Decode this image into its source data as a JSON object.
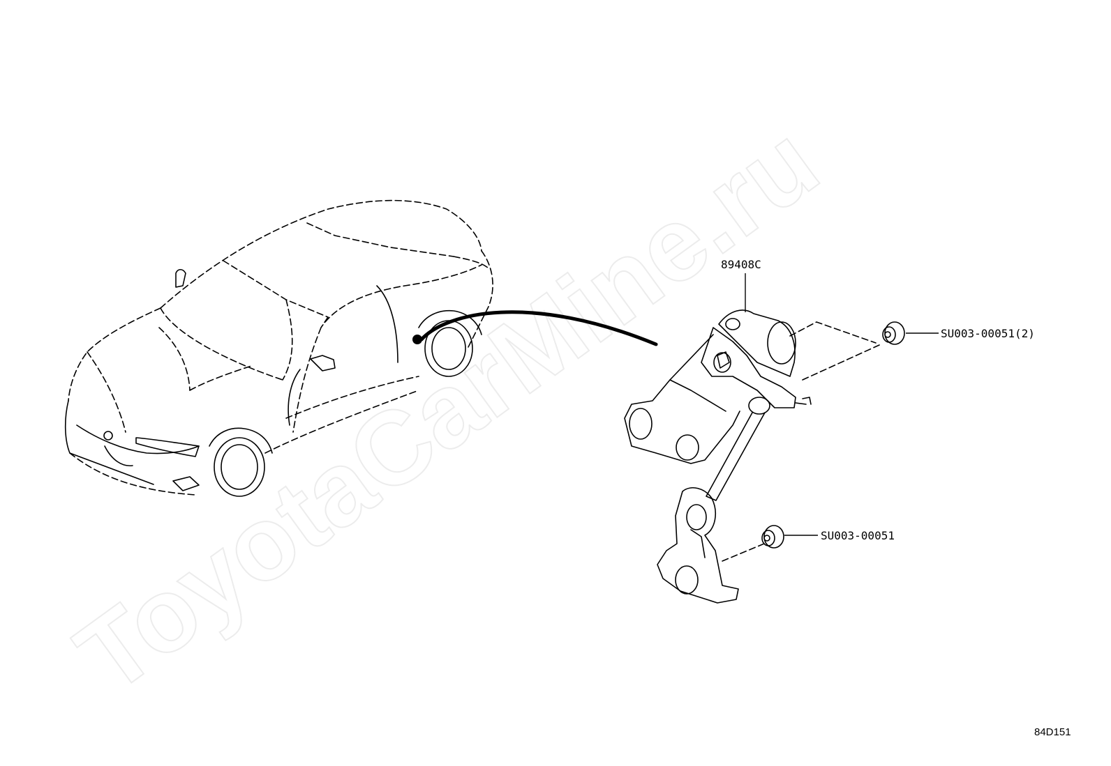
{
  "watermark": "ToyotaCarMine.ru",
  "parts": {
    "sensor": "89408C",
    "nut_upper": "SU003-00051(2)",
    "nut_lower": "SU003-00051"
  },
  "figure_code": "84D151"
}
